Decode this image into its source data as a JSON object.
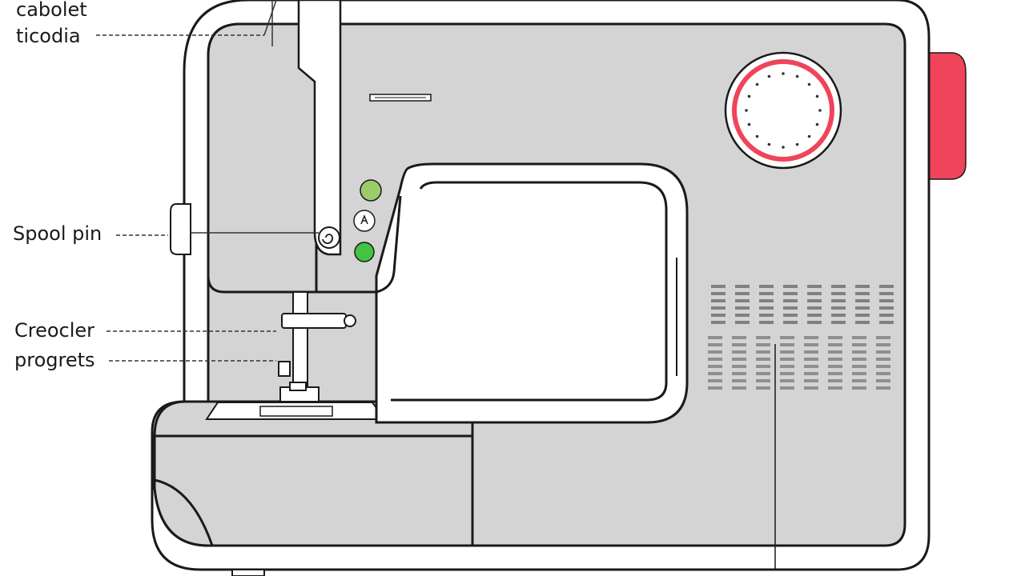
{
  "labels": {
    "top_1": "cabolet",
    "top_2": "ticodia",
    "spool_pin": "Spool pin",
    "creodler": "Creocler",
    "progrets": "progrets"
  },
  "colors": {
    "body_fill": "#d4d4d4",
    "outline": "#1a1a1a",
    "accent_red": "#f0445a",
    "button_green_light": "#9ccc6a",
    "button_green": "#43c342",
    "background": "#ffffff"
  },
  "icons": {
    "dial": "stitch-dial-icon",
    "button_top": "green-button-icon",
    "button_mid": "stitch-symbol-button-icon",
    "button_bottom": "green-button-icon"
  }
}
